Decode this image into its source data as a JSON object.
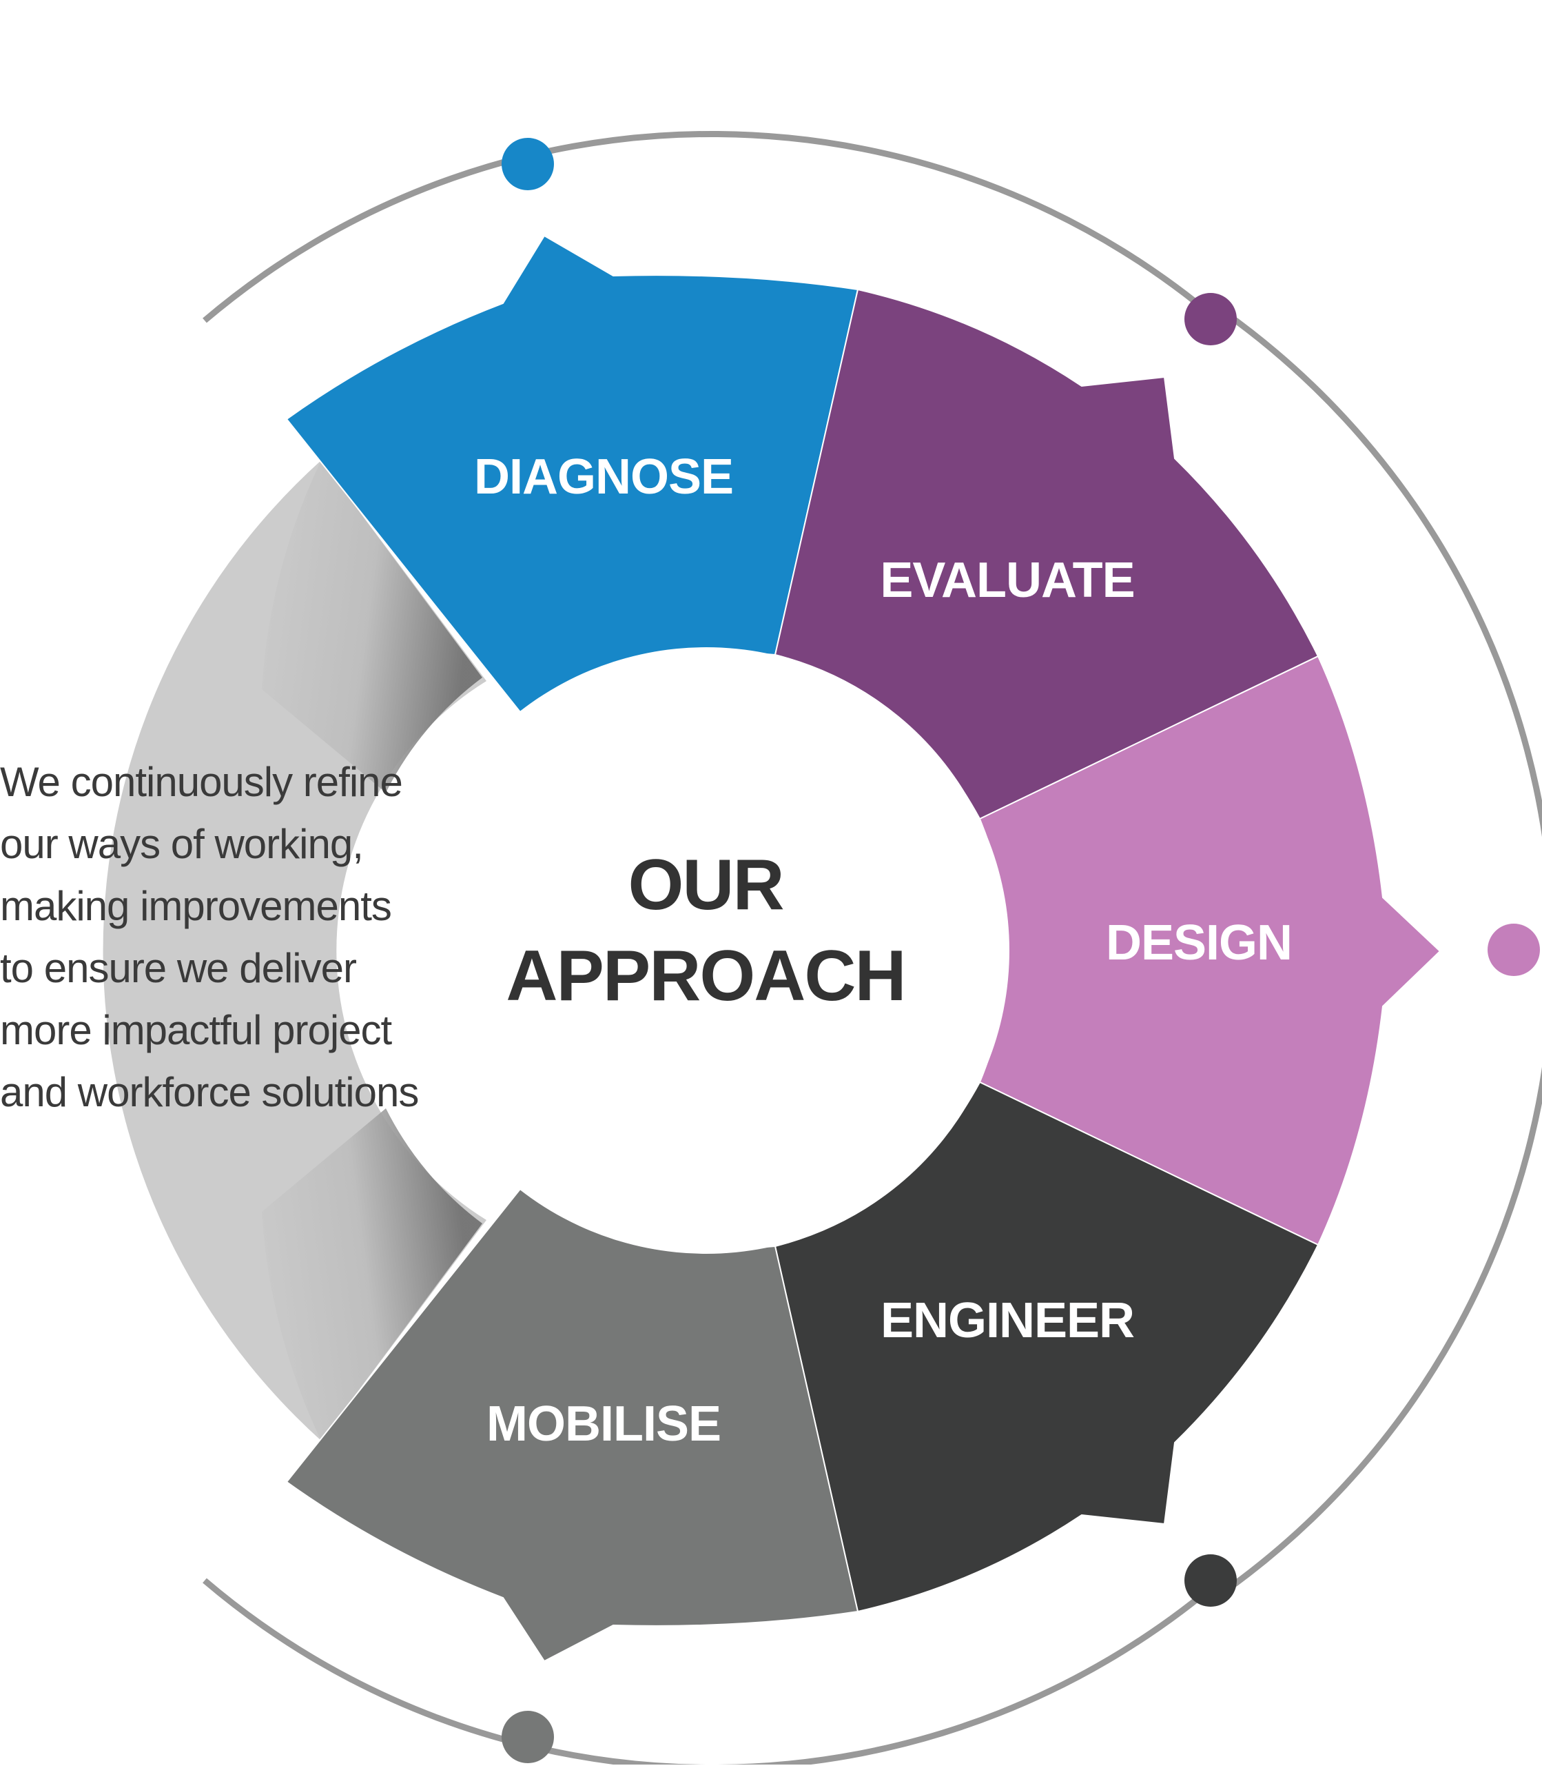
{
  "center": {
    "line1": "OUR",
    "line2": "APPROACH"
  },
  "description": {
    "lines": [
      "We continuously refine",
      "our ways of working,",
      "making improvements",
      "to ensure we deliver",
      "more impactful project",
      "and workforce solutions"
    ]
  },
  "segments": [
    {
      "key": "diagnose",
      "label": "DIAGNOSE",
      "color": "#1787c8"
    },
    {
      "key": "evaluate",
      "label": "EVALUATE",
      "color": "#7b437e"
    },
    {
      "key": "design",
      "label": "DESIGN",
      "color": "#c47fbb"
    },
    {
      "key": "engineer",
      "label": "ENGINEER",
      "color": "#3b3c3c"
    },
    {
      "key": "mobilise",
      "label": "MOBILISE",
      "color": "#767877"
    }
  ],
  "colors": {
    "ring_grey": "#cccccc",
    "orbit": "#999999",
    "text": "#333333"
  }
}
